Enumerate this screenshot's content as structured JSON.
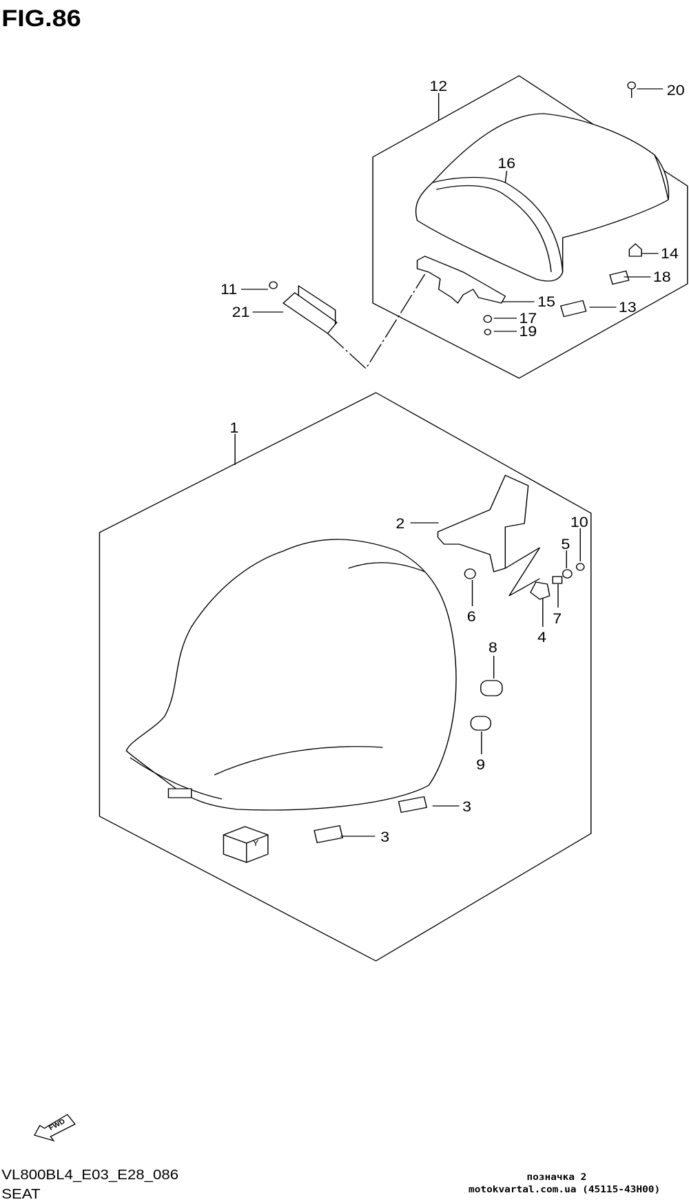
{
  "figure": {
    "title": "FIG.86",
    "model_code": "VL800BL4_E03_E28_086",
    "section_name": "SEAT",
    "fwd_label": "FWD",
    "box_label": "Y"
  },
  "watermark": {
    "line1": "позначка 2",
    "line2": "motokvartal.com.ua (45115-43H00)"
  },
  "callouts": [
    "1",
    "2",
    "3",
    "3",
    "4",
    "5",
    "6",
    "7",
    "8",
    "9",
    "10",
    "11",
    "12",
    "13",
    "14",
    "15",
    "16",
    "17",
    "18",
    "19",
    "20",
    "21"
  ]
}
